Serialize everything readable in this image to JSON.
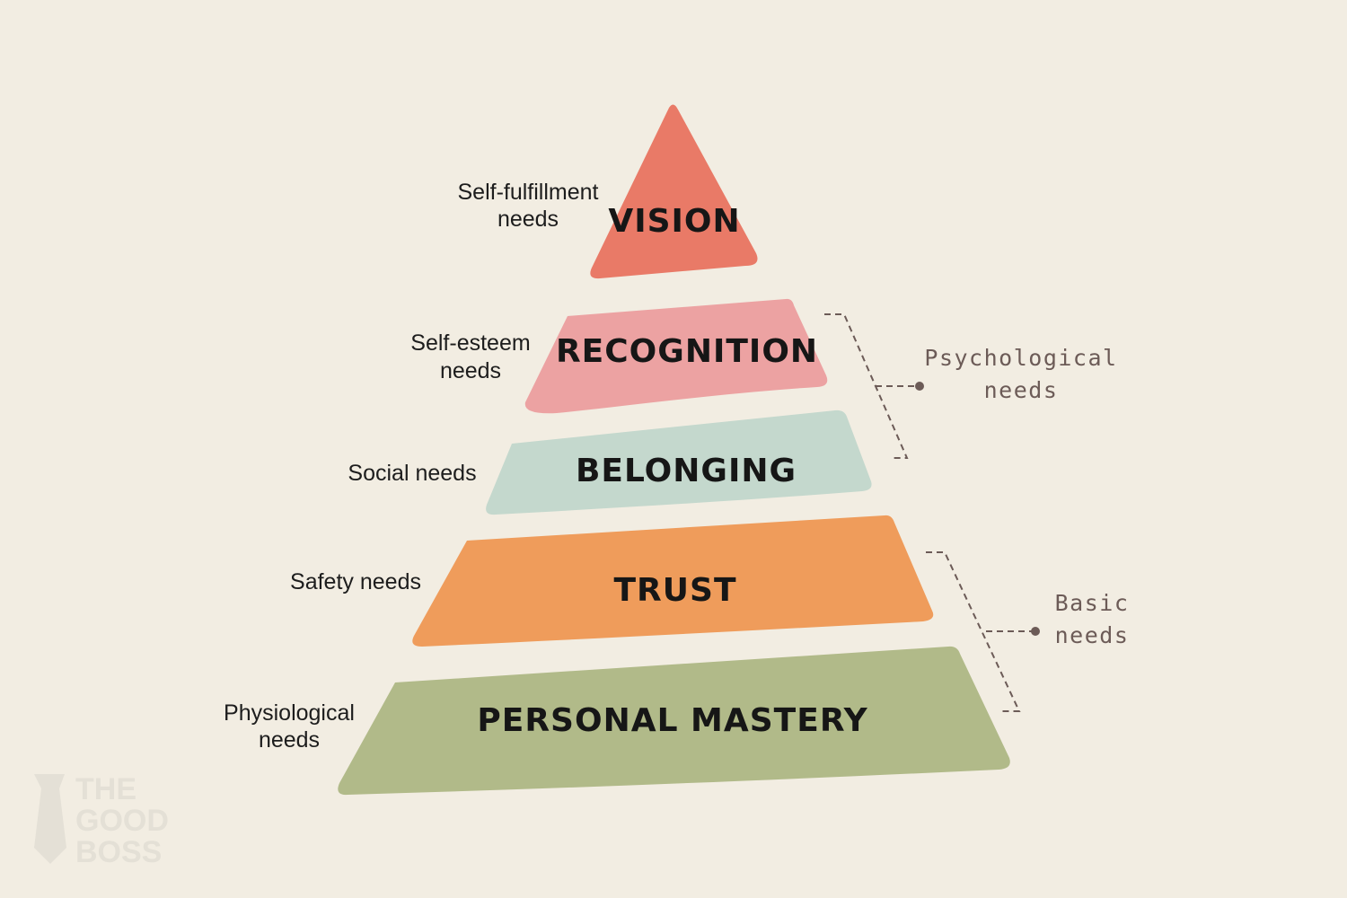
{
  "tiers": [
    {
      "label": "VISION",
      "description": [
        "Self-fulfillment",
        "needs"
      ],
      "color": "#e97a67"
    },
    {
      "label": "RECOGNITION",
      "description": [
        "Self-esteem",
        "needs"
      ],
      "color": "#eca2a2"
    },
    {
      "label": "BELONGING",
      "description": [
        "Social needs"
      ],
      "color": "#c4d8cd"
    },
    {
      "label": "TRUST",
      "description": [
        "Safety needs"
      ],
      "color": "#ef9c5b"
    },
    {
      "label": "PERSONAL MASTERY",
      "description": [
        "Physiological",
        "needs"
      ],
      "color": "#b1ba89"
    }
  ],
  "groups": [
    {
      "lines": [
        "Psychological",
        "needs"
      ],
      "color": "#6c5b57"
    },
    {
      "lines": [
        "Basic",
        "needs"
      ],
      "color": "#6c5b57"
    }
  ],
  "watermark": {
    "lines": [
      "THE",
      "GOOD",
      "BOSS"
    ],
    "color": "#e4e0d6"
  },
  "background": "#f2ede2"
}
